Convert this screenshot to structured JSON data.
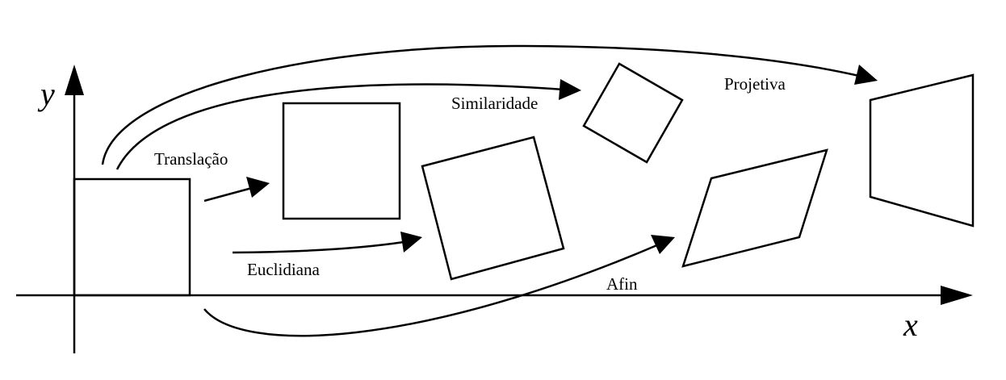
{
  "axes": {
    "x_label": "x",
    "y_label": "y"
  },
  "transformations": [
    {
      "id": "translation",
      "label": "Translação"
    },
    {
      "id": "euclidean",
      "label": "Euclidiana"
    },
    {
      "id": "similarity",
      "label": "Similaridade"
    },
    {
      "id": "affine",
      "label": "Afin"
    },
    {
      "id": "projective",
      "label": "Projetiva"
    }
  ]
}
